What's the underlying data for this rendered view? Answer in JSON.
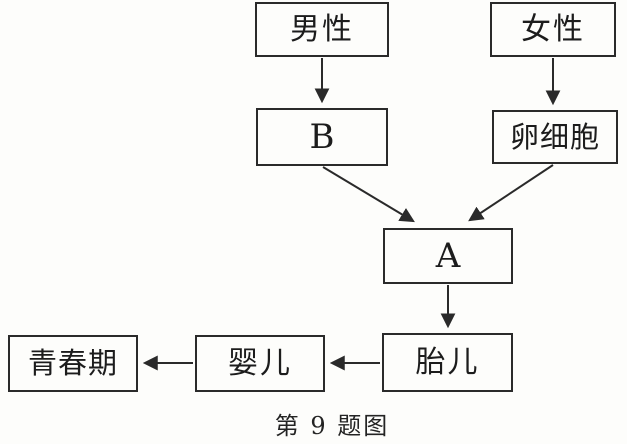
{
  "figure": {
    "caption": "第 9 题图"
  },
  "nodes": {
    "male": {
      "label": "男性"
    },
    "female": {
      "label": "女性"
    },
    "b": {
      "label": "B"
    },
    "egg_cell": {
      "label": "卵细胞"
    },
    "a": {
      "label": "A"
    },
    "fetus": {
      "label": "胎儿"
    },
    "infant": {
      "label": "婴儿"
    },
    "puberty": {
      "label": "青春期"
    }
  },
  "edges": [
    {
      "from": "男性",
      "to": "B"
    },
    {
      "from": "女性",
      "to": "卵细胞"
    },
    {
      "from": "B",
      "to": "A"
    },
    {
      "from": "卵细胞",
      "to": "A"
    },
    {
      "from": "A",
      "to": "胎儿"
    },
    {
      "from": "胎儿",
      "to": "婴儿"
    },
    {
      "from": "婴儿",
      "to": "青春期"
    }
  ],
  "colors": {
    "line": "#2a2a2a",
    "text": "#1c1c1c",
    "background": "#fdfdfb"
  }
}
